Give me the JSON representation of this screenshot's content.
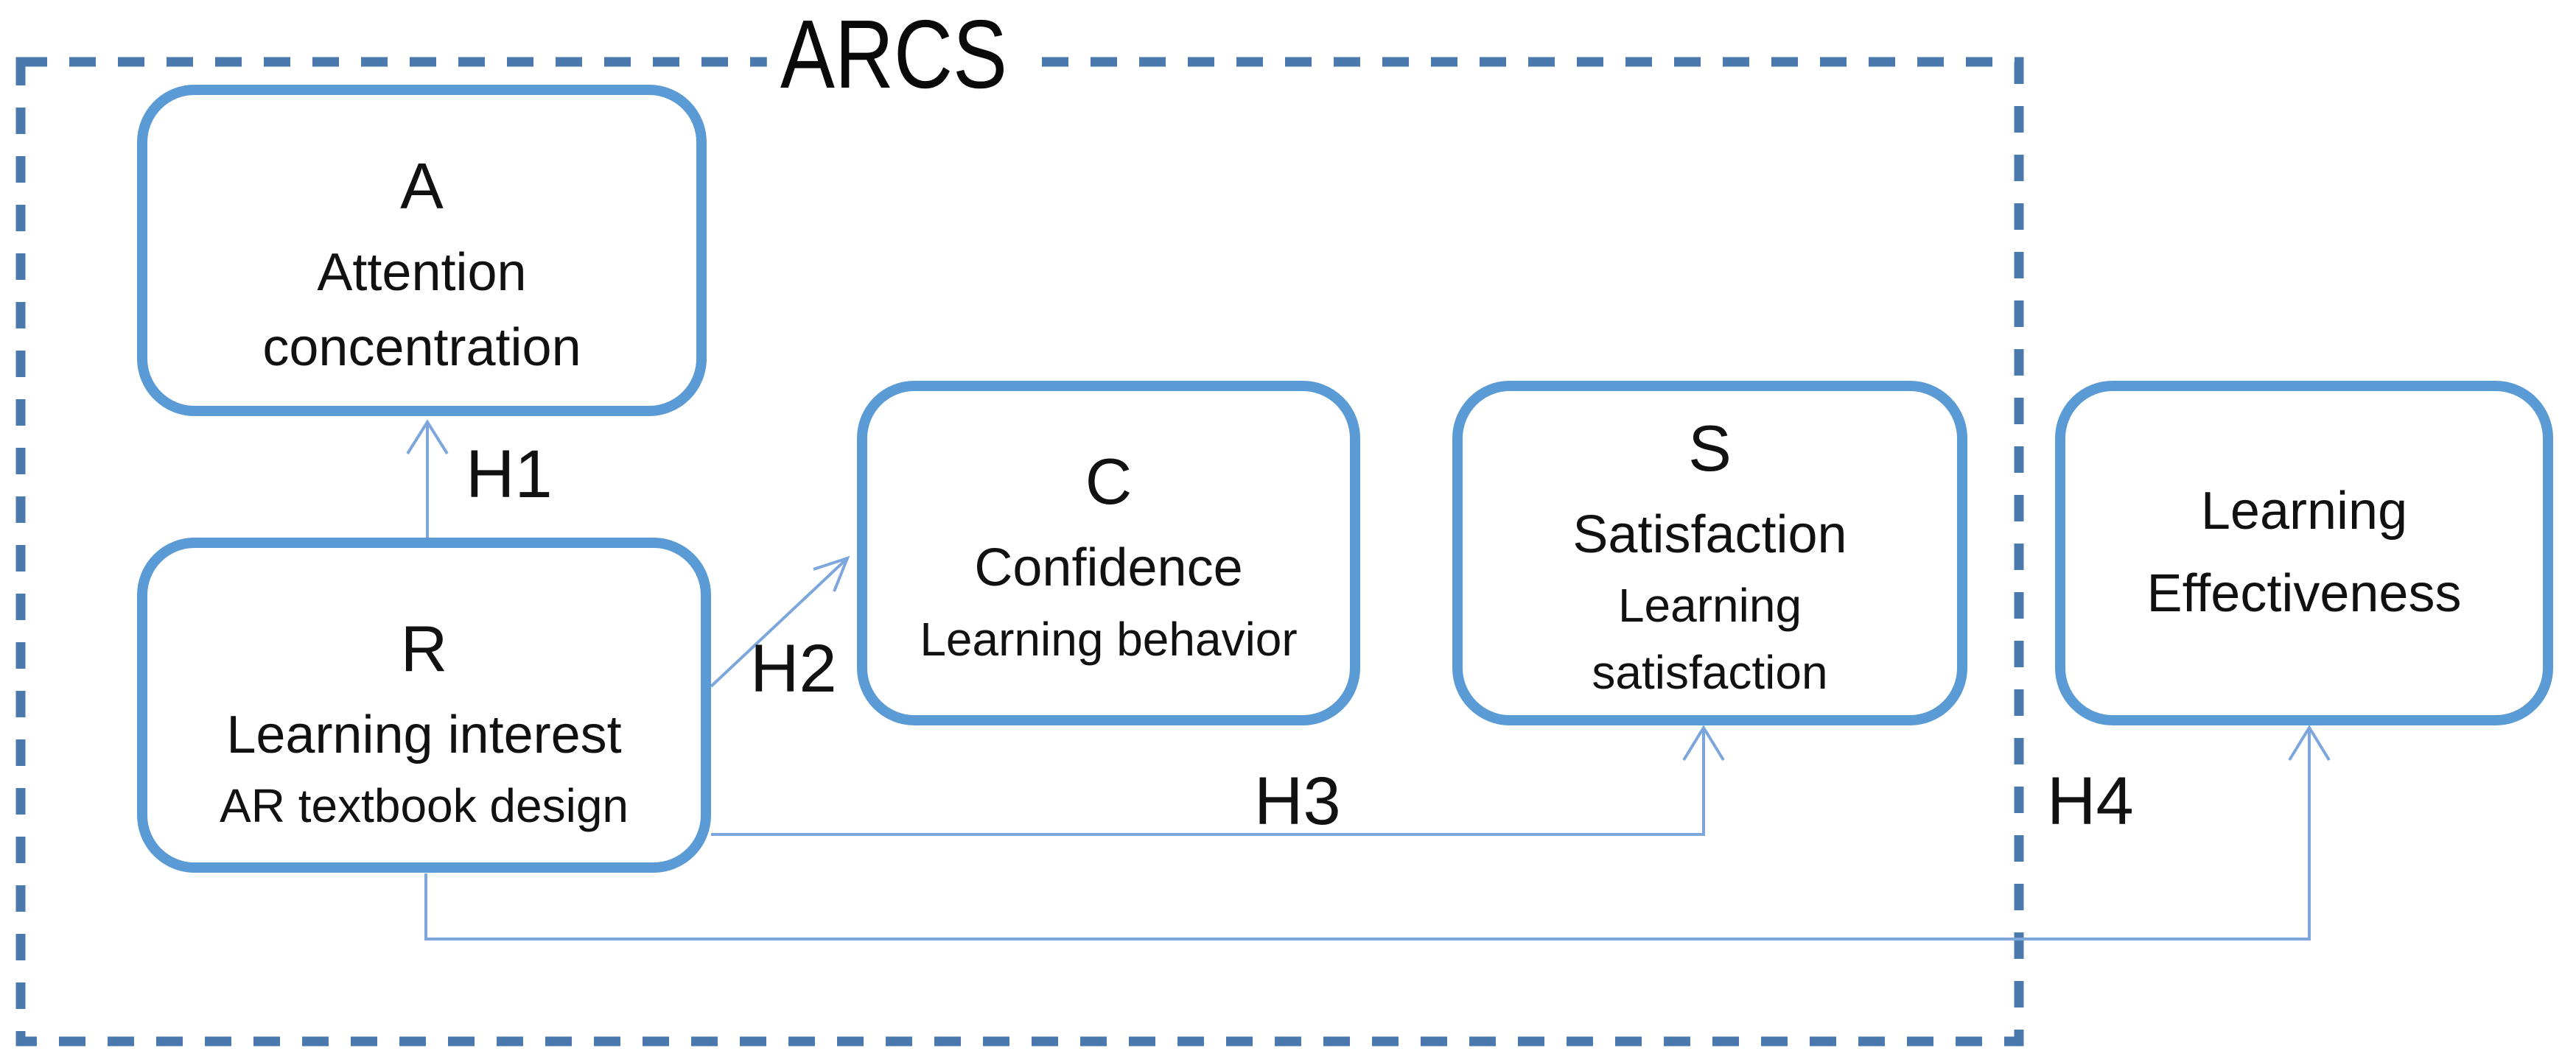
{
  "title": "ARCS",
  "colors": {
    "box_border": "#5b9bd5",
    "dashed_boundary": "#4a7aad",
    "connector": "#7da7dc",
    "text": "#111111"
  },
  "boxes": {
    "attention": {
      "letter": "A",
      "line1": "Attention",
      "line2": "concentration"
    },
    "relevance": {
      "letter": "R",
      "line1": "Learning interest",
      "line2": "AR textbook design"
    },
    "confidence": {
      "letter": "C",
      "line1": "Confidence",
      "line2": "Learning behavior"
    },
    "satisfaction": {
      "letter": "S",
      "line1": "Satisfaction",
      "line2": "Learning",
      "line3": "satisfaction"
    },
    "effectiveness": {
      "line1": "Learning",
      "line2": "Effectiveness"
    }
  },
  "hypotheses": {
    "h1": {
      "label": "H1"
    },
    "h2": {
      "label": "H2"
    },
    "h3": {
      "label": "H3"
    },
    "h4": {
      "label": "H4"
    }
  }
}
